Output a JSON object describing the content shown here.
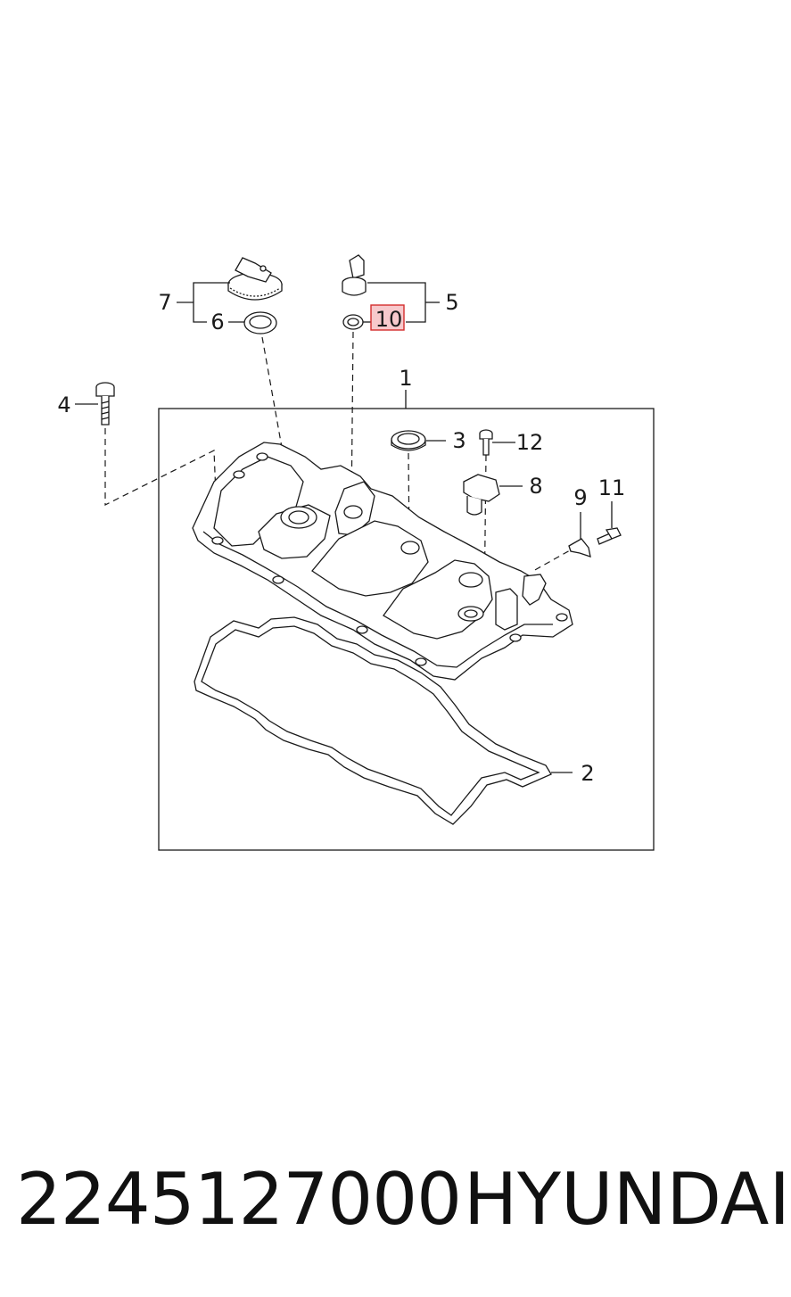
{
  "diagram": {
    "callouts": {
      "c1": "1",
      "c2": "2",
      "c3": "3",
      "c4": "4",
      "c5": "5",
      "c6": "6",
      "c7": "7",
      "c8": "8",
      "c9": "9",
      "c10": "10",
      "c11": "11",
      "c12": "12"
    },
    "highlighted_callout": "10",
    "colors": {
      "line": "#1a1a1a",
      "highlight_fill": "#f7c9cc",
      "highlight_stroke": "#d42d2d"
    }
  },
  "footer": {
    "part_number": "2245127000",
    "brand": "HYUNDAI"
  }
}
